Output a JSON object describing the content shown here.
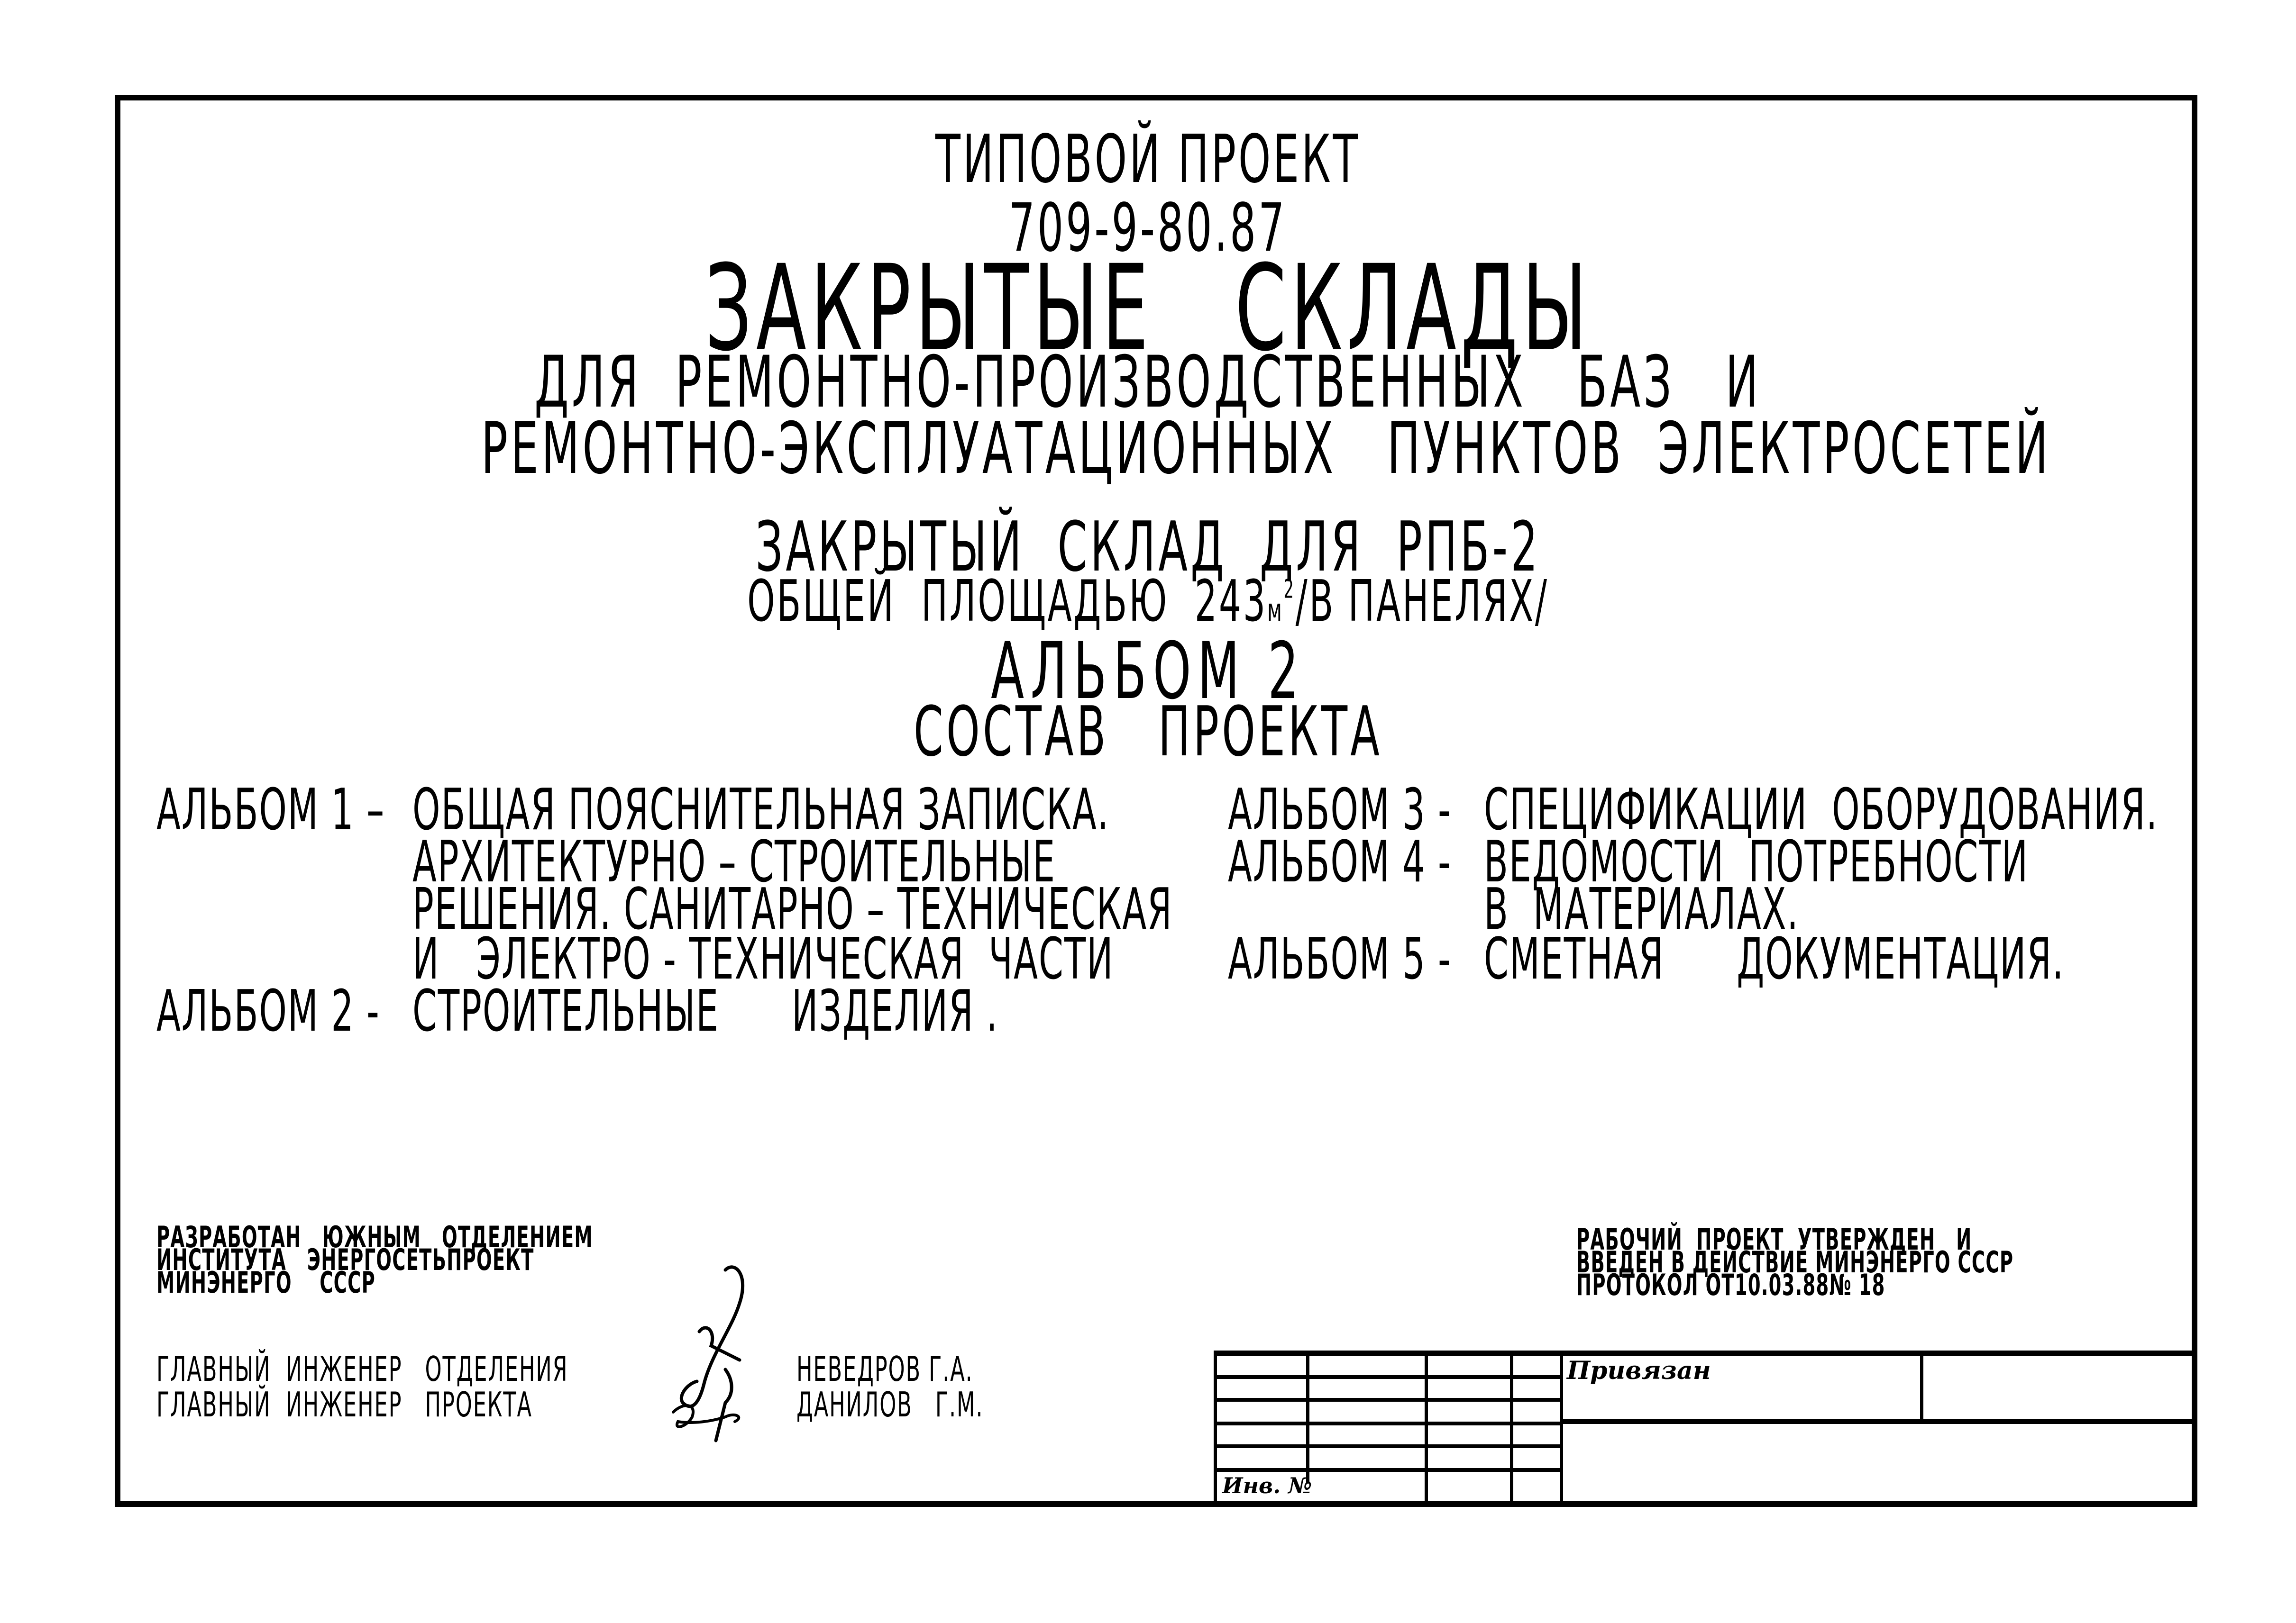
{
  "header": {
    "type_label": "ТИПОВОЙ ПРОЕКТ",
    "project_number": "709-9-80.87",
    "main_title": "ЗАКРЫТЫЕ   СКЛАДЫ",
    "subtitle_line1": "ДЛЯ  РЕМОНТНО-ПРОИЗВОДСТВЕННЫХ   БАЗ   И",
    "subtitle_line2": "РЕМОНТНО-ЭКСПЛУАТАЦИОННЫХ   ПУНКТОВ  ЭЛЕКТРОСЕТЕЙ",
    "warehouse_title": "ЗАКРЫТЫЙ  СКЛАД  ДЛЯ  РПБ-2",
    "area_prefix": "ОБЩЕЙ  ПЛОЩАДЬЮ  243",
    "area_unit": "м",
    "area_sup": "2",
    "area_suffix": "/В ПАНЕЛЯХ/",
    "album_title": "АЛЬБОМ 2",
    "composition_title": "СОСТАВ   ПРОЕКТА"
  },
  "albums_left": [
    {
      "label": "АЛЬБОМ 1 –",
      "lines": [
        "ОБЩАЯ ПОЯСНИТЕЛЬНАЯ ЗАПИСКА.",
        "АРХИТЕКТУРНО – СТРОИТЕЛЬНЫЕ",
        "РЕШЕНИЯ. САНИТАРНО – ТЕХНИЧЕСКАЯ",
        "И   ЭЛЕКТРО - ТЕХНИЧЕСКАЯ  ЧАСТИ"
      ]
    },
    {
      "label": "АЛЬБОМ 2 -",
      "lines": [
        "СТРОИТЕЛЬНЫЕ      ИЗДЕЛИЯ ."
      ]
    }
  ],
  "albums_right": [
    {
      "label": "АЛЬБОМ 3 -",
      "lines": [
        "СПЕЦИФИКАЦИИ  ОБОРУДОВАНИЯ."
      ]
    },
    {
      "label": "АЛЬБОМ 4 -",
      "lines": [
        "ВЕДОМОСТИ  ПОТРЕБНОСТИ",
        "В  МАТЕРИАЛАХ."
      ]
    },
    {
      "label": "АЛЬБОМ 5 -",
      "lines": [
        "СМЕТНАЯ      ДОКУМЕНТАЦИЯ."
      ]
    }
  ],
  "developer": {
    "line1": "РАЗРАБОТАН   ЮЖНЫМ   ОТДЕЛЕНИЕМ",
    "line2": "ИНСТИТУТА   ЭНЕРГОСЕТЬПРОЕКТ",
    "line3": "МИНЭНЕРГО    СССР"
  },
  "approval": {
    "line1": "РАБОЧИЙ  ПРОЕКТ  УТВЕРЖДЕН   И",
    "line2": "ВВЕДЕН В ДЕЙСТВИЕ МИНЭНЕРГО СССР",
    "line3": "ПРОТОКОЛ ОТ10.03.88№ 18"
  },
  "signatures": [
    {
      "role": "ГЛАВНЫЙ  ИНЖЕНЕР   ОТДЕЛЕНИЯ",
      "name": "НЕВЕДРОВ Г.А."
    },
    {
      "role": "ГЛАВНЫЙ  ИНЖЕНЕР   ПРОЕКТА",
      "name": "ДАНИЛОВ   Г.М."
    }
  ],
  "stamp": {
    "bound_label": "Привязан",
    "inventory_label": "Инв. №"
  }
}
